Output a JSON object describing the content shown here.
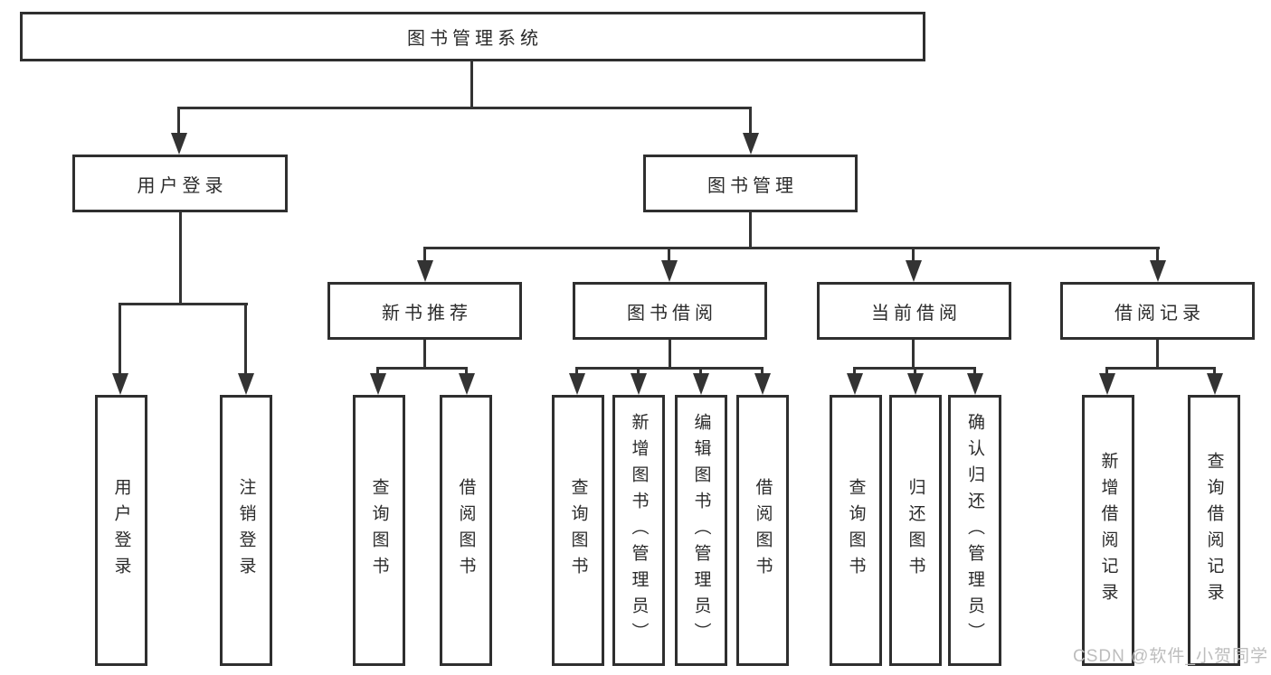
{
  "diagram": {
    "title": "图书管理系统",
    "type": "hierarchy-tree",
    "colors": {
      "line": "#333333",
      "box_border": "#2f2f2f",
      "text": "#2b2b2b",
      "background": "#ffffff",
      "watermark_text_color": "#bdbdbd"
    },
    "nodes": {
      "root": "图书管理系统",
      "user_login": "用户登录",
      "book_management": "图书管理",
      "new_book_recommend": "新书推荐",
      "book_borrow": "图书借阅",
      "current_borrow": "当前借阅",
      "borrow_records": "借阅记录",
      "leaves": {
        "user_login": "用户登录",
        "logout": "注销登录",
        "query_books_a": "查询图书",
        "borrow_books_a": "借阅图书",
        "query_books_b": "查询图书",
        "add_books_admin": "新增图书（管理员）",
        "edit_books_admin": "编辑图书（管理员）",
        "borrow_books_b": "借阅图书",
        "query_books_c": "查询图书",
        "return_books": "归还图书",
        "confirm_return_admin": "确认归还（管理员）",
        "add_borrow_record": "新增借阅记录",
        "query_borrow_record": "查询借阅记录"
      }
    },
    "edges": [
      "图书管理系统→用户登录",
      "图书管理系统→图书管理",
      "用户登录→用户登录",
      "用户登录→注销登录",
      "图书管理→新书推荐",
      "图书管理→图书借阅",
      "图书管理→当前借阅",
      "图书管理→借阅记录",
      "新书推荐→查询图书",
      "新书推荐→借阅图书",
      "图书借阅→查询图书",
      "图书借阅→新增图书（管理员）",
      "图书借阅→编辑图书（管理员）",
      "图书借阅→借阅图书",
      "当前借阅→查询图书",
      "当前借阅→归还图书",
      "当前借阅→确认归还（管理员）",
      "借阅记录→新增借阅记录",
      "借阅记录→查询借阅记录"
    ],
    "watermark": "CSDN @软件_小贺同学"
  }
}
